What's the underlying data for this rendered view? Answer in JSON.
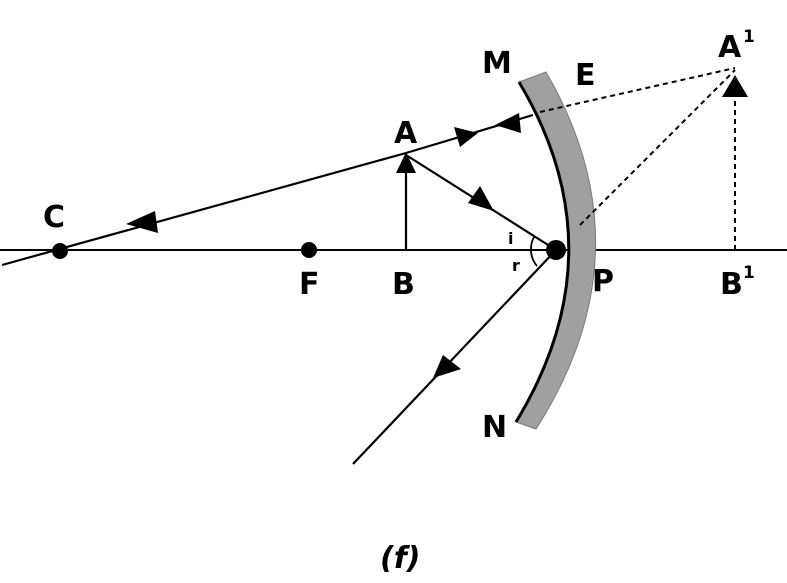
{
  "labels": {
    "M": "M",
    "N": "N",
    "E": "E",
    "A": "A",
    "B": "B",
    "C": "C",
    "F": "F",
    "P": "P",
    "A_image": "A",
    "A_image_sup": "1",
    "B_image": "B",
    "B_image_sup": "1",
    "angle_i": "i",
    "angle_r": "r"
  },
  "caption": "(f)",
  "colors": {
    "mirror": "#a0a0a0",
    "ink": "#000000"
  }
}
